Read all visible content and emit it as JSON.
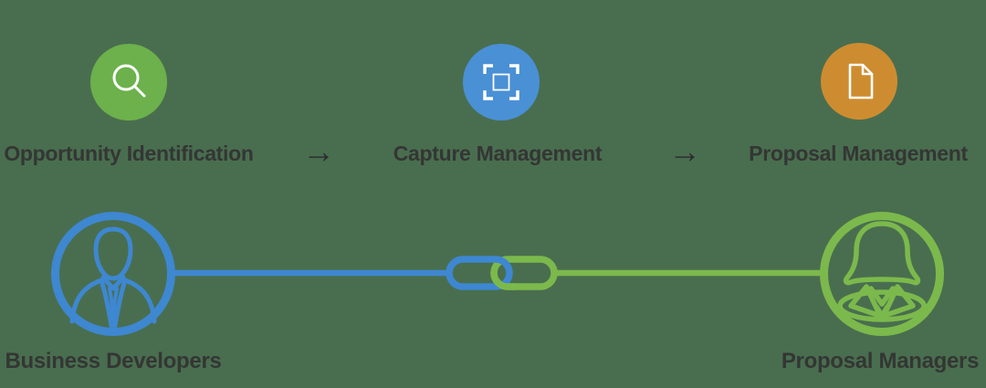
{
  "background_color": "#496E4F",
  "text_color": "#343634",
  "process_flow": {
    "arrow_glyph": "→",
    "steps": [
      {
        "label": "Opportunity Identification",
        "icon": "magnifier-icon",
        "circle_color": "#6CB14B"
      },
      {
        "label": "Capture Management",
        "icon": "capture-frame-icon",
        "circle_color": "#4A90D5"
      },
      {
        "label": "Proposal Management",
        "icon": "document-icon",
        "circle_color": "#CE8C30"
      }
    ]
  },
  "roles": {
    "left": {
      "label": "Business Developers",
      "icon": "businessman-icon",
      "color": "#3E87D1"
    },
    "right": {
      "label": "Proposal Managers",
      "icon": "businesswoman-icon",
      "color": "#7CB94C"
    },
    "connector": {
      "icon": "chain-link-icon",
      "left_color": "#3E87D1",
      "right_color": "#7CB94C"
    }
  }
}
